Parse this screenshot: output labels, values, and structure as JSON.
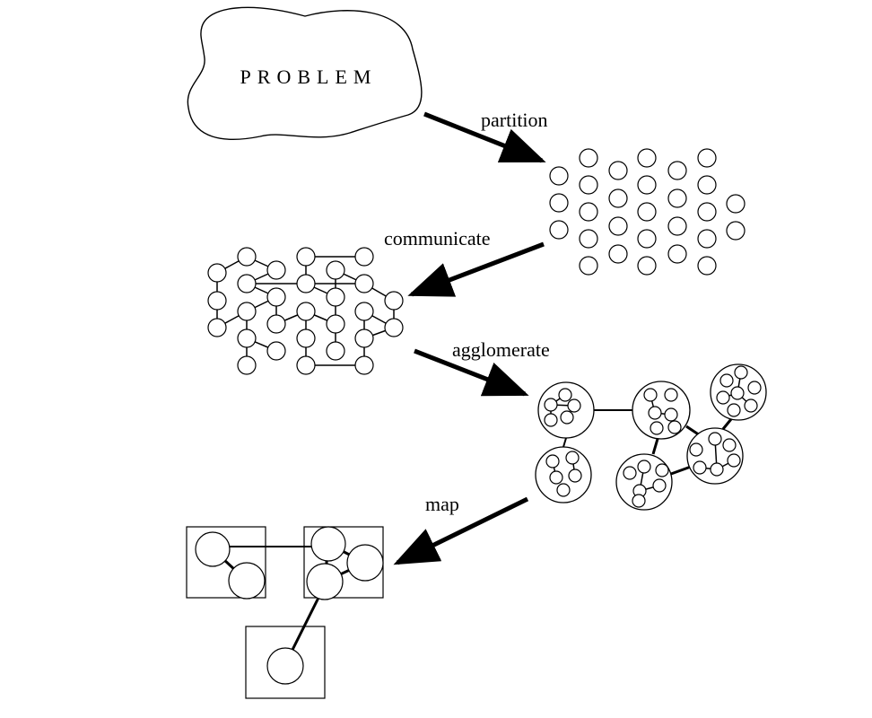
{
  "diagram": {
    "problem_label": "PROBLEM",
    "steps": [
      {
        "label": "partition"
      },
      {
        "label": "communicate"
      },
      {
        "label": "agglomerate"
      },
      {
        "label": "map"
      }
    ]
  }
}
